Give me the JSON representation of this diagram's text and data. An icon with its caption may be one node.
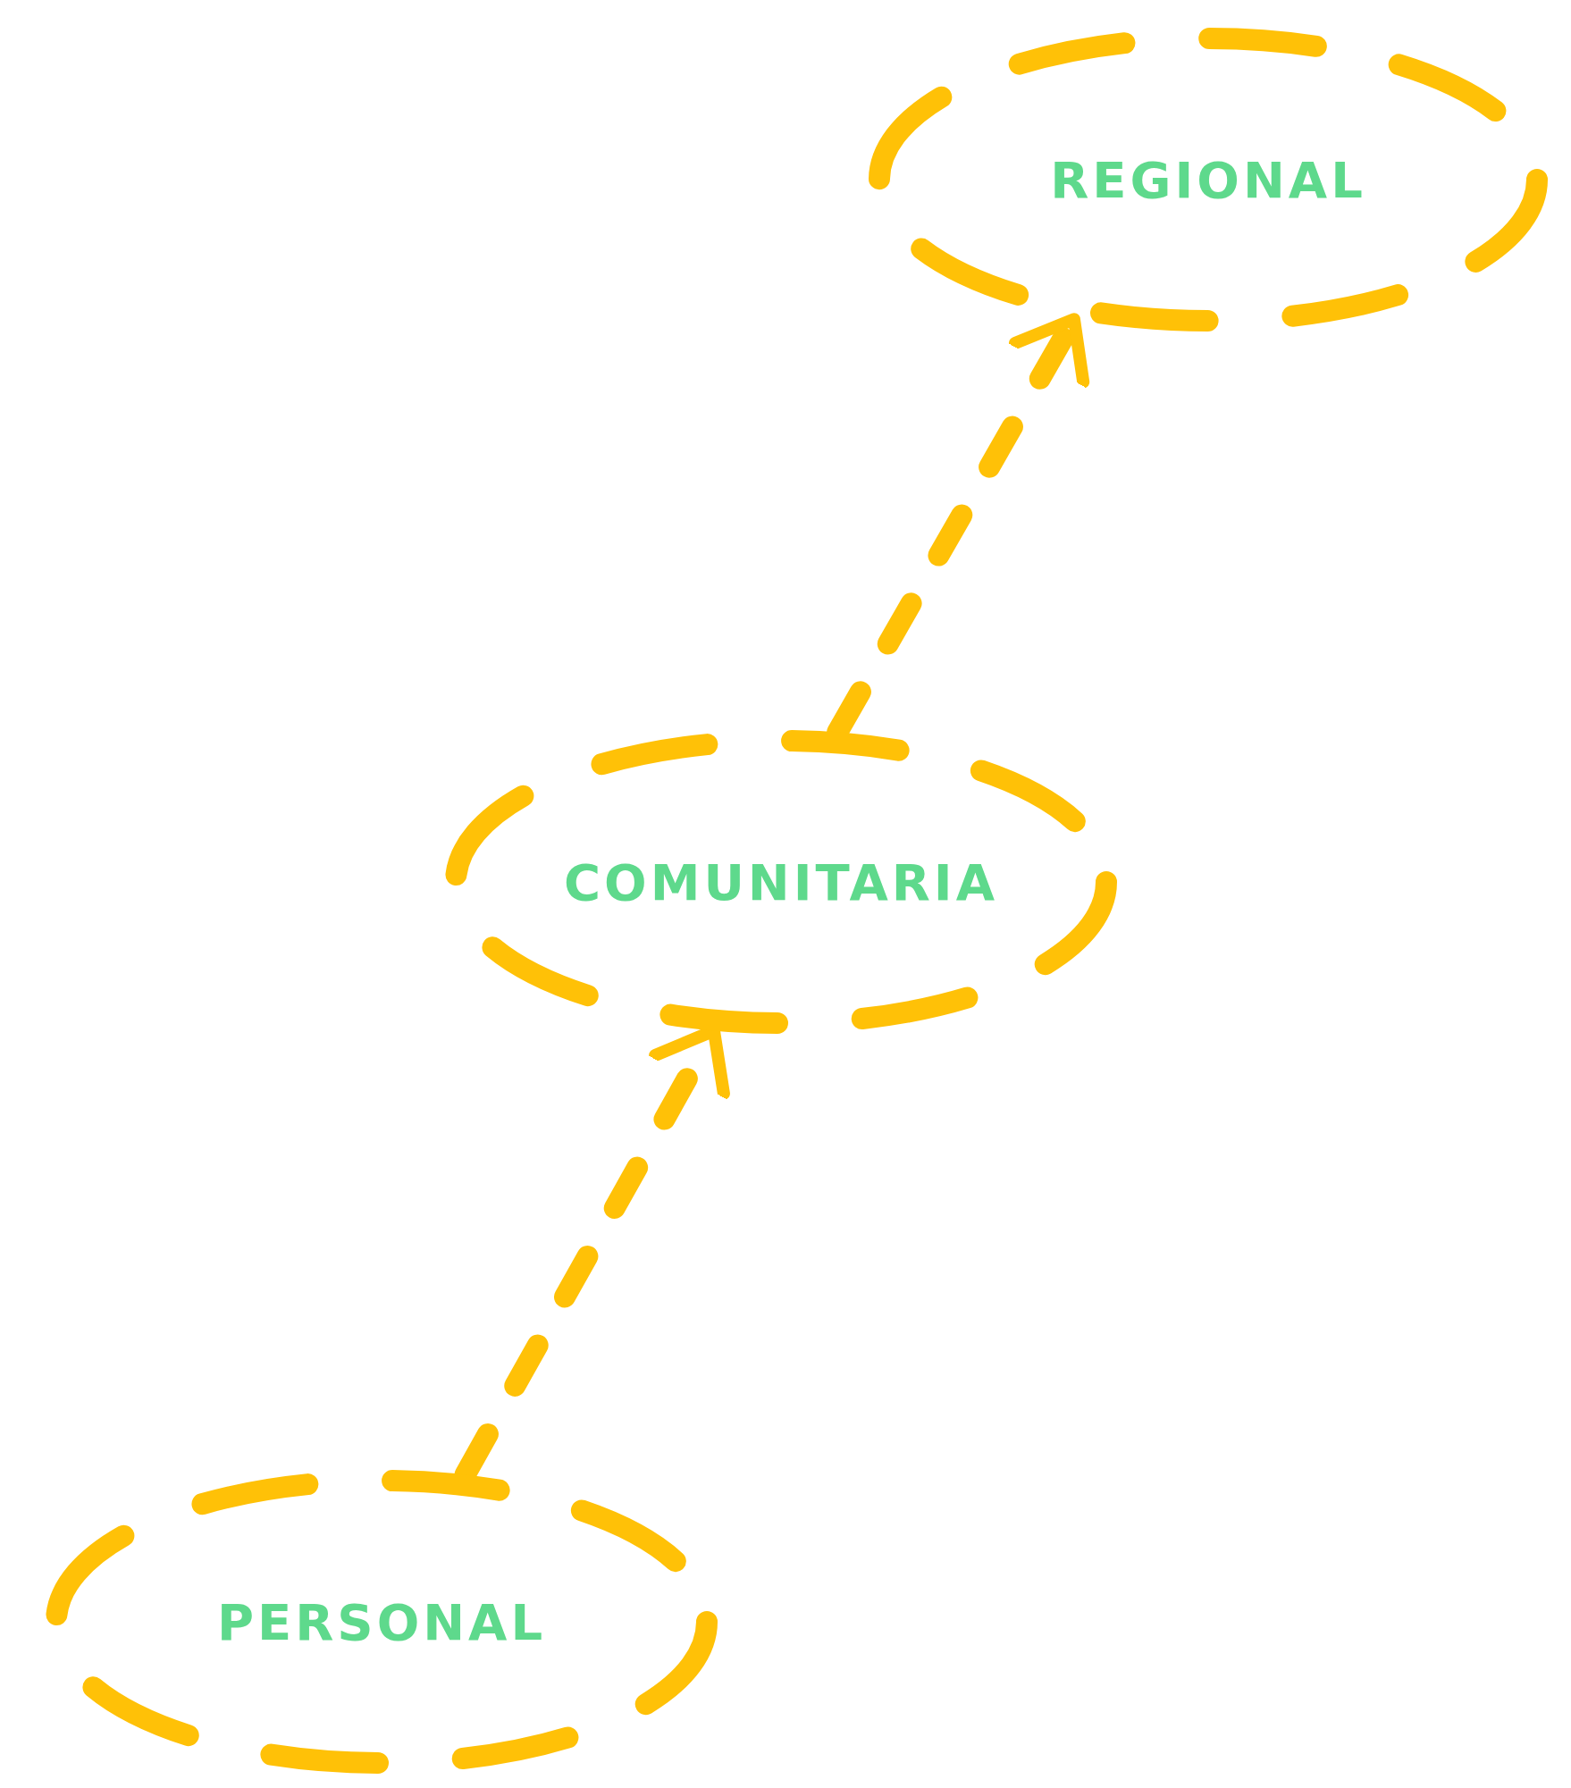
{
  "diagram": {
    "nodes": [
      {
        "text": [
          "REGIONAL"
        ]
      },
      {
        "text": [
          "COMUNITARIA"
        ]
      },
      {
        "text": [
          "PERSONAL"
        ]
      }
    ],
    "edges": [
      {
        "from": 2,
        "to": 1,
        "arrow": "to",
        "style": "dashed"
      },
      {
        "from": 1,
        "to": 0,
        "arrow": "to",
        "style": "dashed"
      }
    ]
  }
}
